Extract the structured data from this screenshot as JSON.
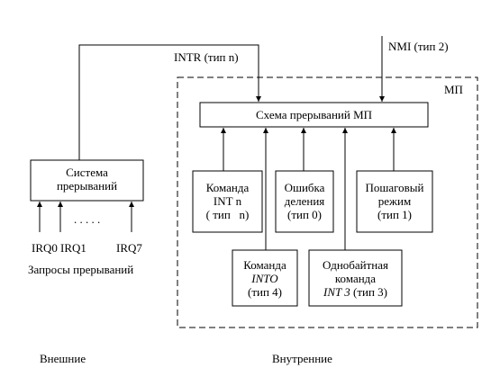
{
  "labels": {
    "intr": "INTR (тип n)",
    "nmi": "NMI (тип 2)",
    "mp": "МП",
    "irq0": "IRQ0",
    "irq1": "IRQ1",
    "irq7": "IRQ7",
    "dots": ". . . . .",
    "requests": "Запросы прерываний",
    "external": "Внешние",
    "internal": "Внутренние"
  },
  "boxes": {
    "interrupt_system": {
      "line1": "Система",
      "line2": "прерываний"
    },
    "mp_scheme": {
      "line1": "Схема прерываний МП"
    },
    "int_n": {
      "line1": "Команда",
      "line2": "INT n",
      "line3": "( тип   n)"
    },
    "div_error": {
      "line1": "Ошибка",
      "line2": "деления",
      "line3": "(тип 0)"
    },
    "step_mode": {
      "line1": "Пошаговый",
      "line2": "режим",
      "line3": "(тип 1)"
    },
    "into": {
      "line1": "Команда",
      "line2": "INTO",
      "line3": "(тип 4)"
    },
    "int3": {
      "line1": "Однобайтная",
      "line2": "команда",
      "line3_italic": "INT 3",
      "line3_rest": " (тип 3)"
    }
  }
}
